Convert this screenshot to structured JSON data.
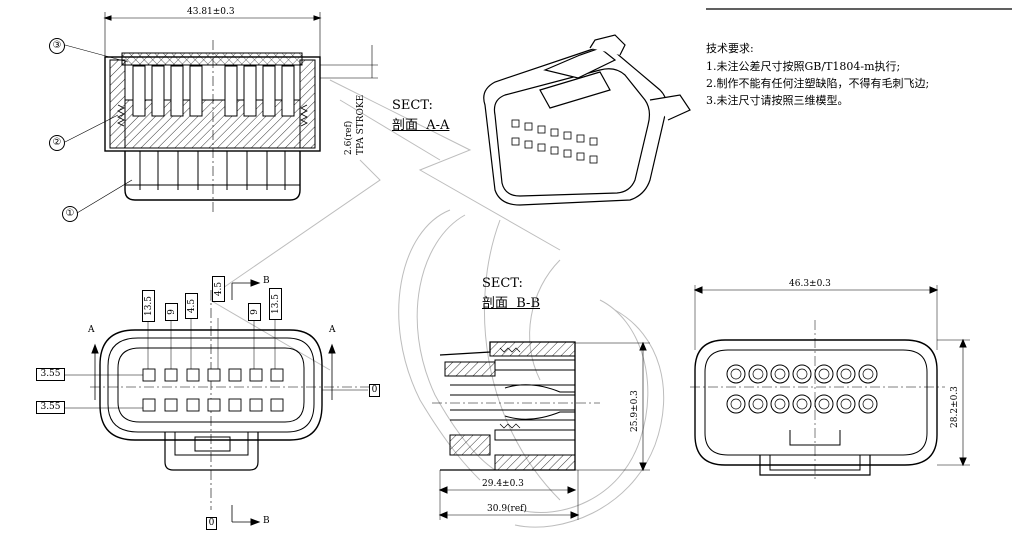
{
  "top_left": {
    "width_dim": "43.81±0.3",
    "stroke_dim_1": "2.6(ref)",
    "stroke_dim_2": "TPA STROKE",
    "callouts": [
      "③",
      "②",
      "①"
    ]
  },
  "section_a": {
    "sect": "SECT:",
    "label": "剖面  A-A"
  },
  "requirements": {
    "title": "技术要求:",
    "lines": [
      "1.未注公差尺寸按照GB/T1804-m执行;",
      "2.制作不能有任何注塑缺陷，不得有毛刺飞边;",
      "3.未注尺寸请按照三维模型。"
    ]
  },
  "front_view": {
    "top_dims": [
      "13.5",
      "9",
      "4.5",
      "4.5",
      "9",
      "13.5"
    ],
    "left_dims": [
      "3.55",
      "3.55"
    ],
    "zero_right": "0",
    "zero_bottom": "0",
    "cut_a_left": "A",
    "cut_a_right": "A",
    "cut_b_top": "B",
    "cut_b_bottom": "B"
  },
  "section_b": {
    "sect": "SECT:",
    "label": "剖面  B-B",
    "dim_height": "25.9±0.3",
    "dim_width_1": "29.4±0.3",
    "dim_width_2": "30.9(ref)"
  },
  "end_view": {
    "dim_width": "46.3±0.3",
    "dim_height": "28.2±0.3"
  }
}
